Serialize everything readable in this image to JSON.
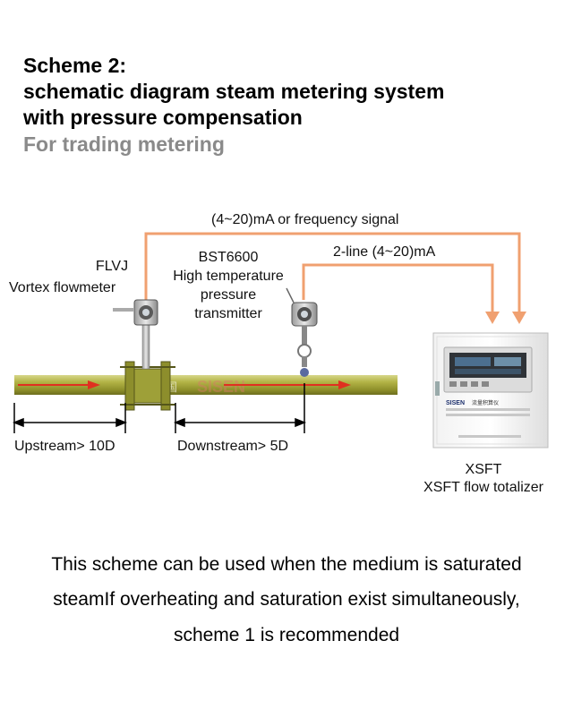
{
  "title": {
    "line1": "Scheme 2:",
    "line2": "schematic diagram steam metering system",
    "line3": "with pressure compensation",
    "subtitle": "For trading metering"
  },
  "signals": {
    "top": "(4~20)mA or frequency signal",
    "second": "2-line (4~20)mA"
  },
  "flowmeter": {
    "model": "FLVJ",
    "name": "Vortex flowmeter"
  },
  "transmitter": {
    "model": "BST6600",
    "line1": "High temperature",
    "line2": "pressure",
    "line3": "transmitter"
  },
  "pipe": {
    "watermark": "SISEN",
    "watermark_cn": "中国"
  },
  "distances": {
    "upstream": "Upstream> 10D",
    "downstream": "Downstream> 5D"
  },
  "totalizer": {
    "model": "XSFT",
    "name": "XSFT flow totalizer",
    "brand": "SISEN",
    "panel_cn": "流量积算仪"
  },
  "colors": {
    "signal_line": "#f0a070",
    "pipe": "#a8a83c",
    "flow_arrow": "#e03020"
  },
  "footer": {
    "line1": "This scheme can be used when the medium is saturated",
    "line2": "steamIf overheating and saturation exist simultaneously,",
    "line3": "scheme 1 is recommended"
  }
}
